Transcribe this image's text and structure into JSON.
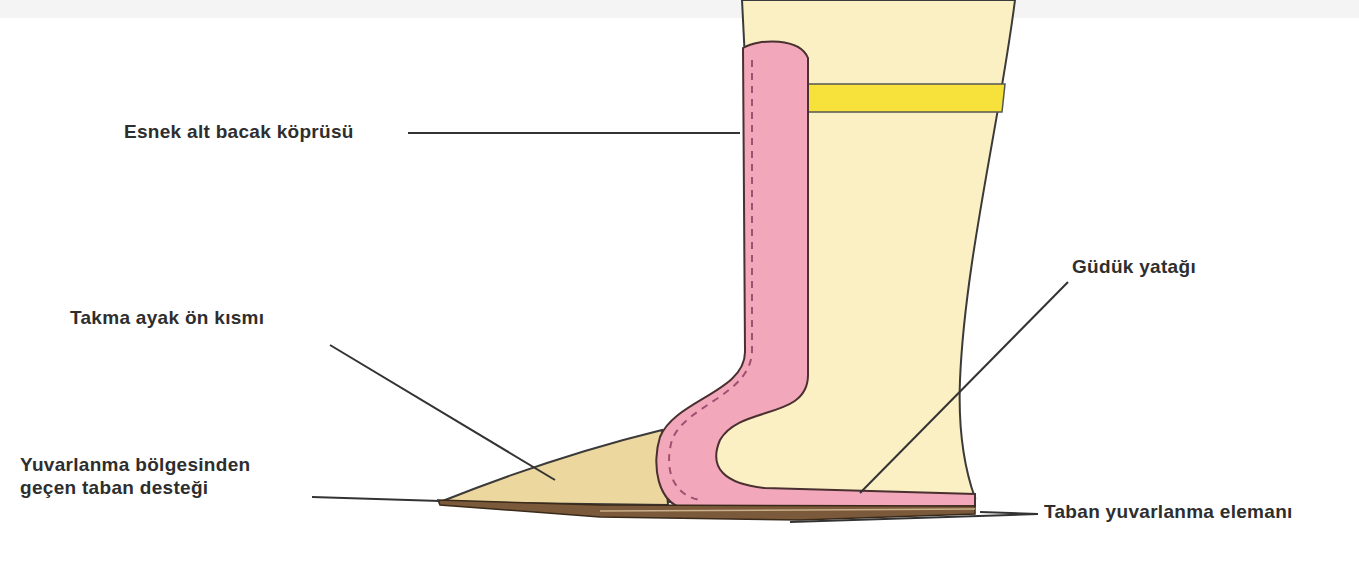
{
  "diagram": {
    "labels": [
      "Esnek alt bacak köprüsü",
      "Takma ayak ön kısmı",
      "Güdük yatağı",
      "Yuvarlanma bölgesinden geçen taban desteği",
      "Taban yuvarlanma elemanı"
    ]
  }
}
